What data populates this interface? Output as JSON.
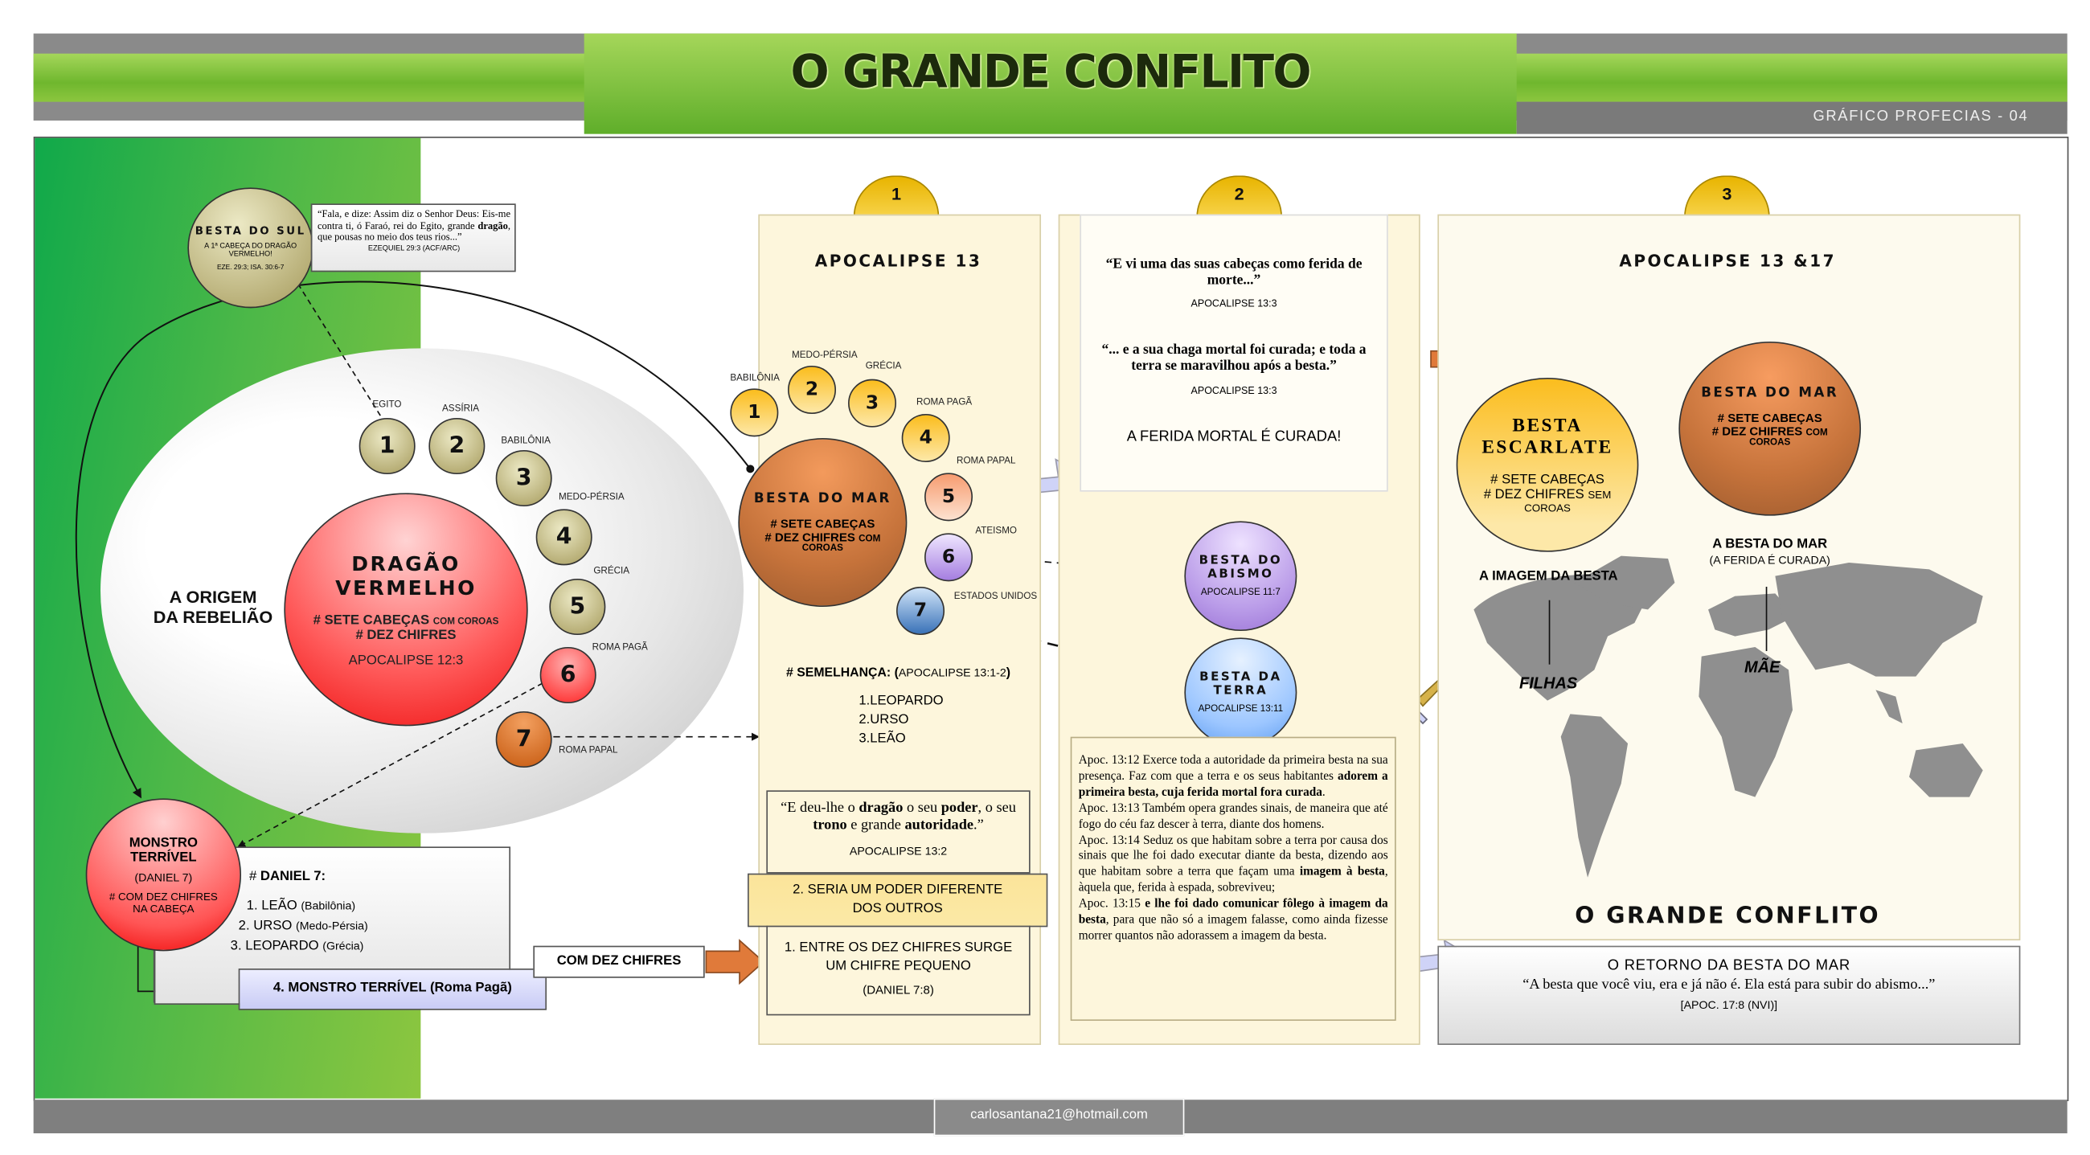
{
  "header": {
    "title": "O GRANDE CONFLITO",
    "subtitle": "GRÁFICO PROFECIAS  - 04"
  },
  "footer": {
    "email": "carlosantana21@hotmail.com"
  },
  "colors": {
    "green": "#3fae49",
    "lime": "#8cc63f",
    "gray": "#7f7f7f",
    "panel": "#fdf6dc"
  },
  "left": {
    "besta_do_sul": {
      "title": "BESTA DO SUL",
      "line1": "A 1ª CABEÇA DO DRAGÃO",
      "line2": "VERMELHO!",
      "ref": "EZE. 29:3; ISA. 30:6-7"
    },
    "quote": {
      "text_pre": "“Fala, e dize: Assim diz o Senhor Deus: Eis-me contra ti, ó Faraó, rei do Egito, grande ",
      "bold": "dragão",
      "text_post": ", que pousas no meio dos teus rios...”",
      "ref": "EZEQUIEL 29:3 (ACF/ARC)"
    },
    "origem": "A ORIGEM\nDA REBELIÃO",
    "dragao": {
      "title1": "DRAGÃO",
      "title2": "VERMELHO",
      "line1": "# SETE CABEÇAS",
      "line1_small": "COM COROAS",
      "line2": "# DEZ CHIFRES",
      "ref": "APOCALIPSE 12:3"
    },
    "heads": [
      {
        "n": "1",
        "label": "EGITO"
      },
      {
        "n": "2",
        "label": "ASSÍRIA"
      },
      {
        "n": "3",
        "label": "BABILÔNIA"
      },
      {
        "n": "4",
        "label": "MEDO-PÉRSIA"
      },
      {
        "n": "5",
        "label": "GRÉCIA"
      },
      {
        "n": "6",
        "label": "ROMA PAGÃ"
      },
      {
        "n": "7",
        "label": "ROMA PAPAL"
      }
    ],
    "monstro": {
      "title1": "MONSTRO",
      "title2": "TERRÍVEL",
      "ref": "(DANIEL 7)",
      "line1": "# COM DEZ CHIFRES",
      "line2": "NA CABEÇA"
    },
    "daniel": {
      "title_hash": "# ",
      "title": "DANIEL 7:",
      "items": [
        {
          "main": "1. LEÃO",
          "sub": "(Babilônia)"
        },
        {
          "main": "2. URSO",
          "sub": "(Medo-Pérsia)"
        },
        {
          "main": "3. LEOPARDO",
          "sub": "(Grécia)"
        }
      ]
    },
    "monstro_4": "4. MONSTRO TERRÍVEL (Roma Pagã)",
    "com_dez_chifres": "COM  DEZ CHIFRES"
  },
  "panel1": {
    "tab": "1",
    "title": "APOCALIPSE  13",
    "heads": [
      {
        "n": "1",
        "label": "BABILÔNIA"
      },
      {
        "n": "2",
        "label": "MEDO-PÉRSIA"
      },
      {
        "n": "3",
        "label": "GRÉCIA"
      },
      {
        "n": "4",
        "label": "ROMA PAGÃ"
      },
      {
        "n": "5",
        "label": "ROMA PAPAL"
      },
      {
        "n": "6",
        "label": "ATEISMO"
      },
      {
        "n": "7",
        "label": "ESTADOS UNIDOS"
      }
    ],
    "besta": {
      "title": "BESTA DO MAR",
      "line1": "# SETE CABEÇAS",
      "line2": "# DEZ CHIFRES",
      "line2_small": "COM",
      "line3": "COROAS"
    },
    "semelhanca": {
      "title": "# SEMELHANÇA: (",
      "ref": "APOCALIPSE 13:1-2",
      "close": ")",
      "items": [
        "1.LEOPARDO",
        "2.URSO",
        "3.LEÃO"
      ]
    },
    "quote": {
      "p1": "“E deu-lhe o ",
      "b1": "dragão",
      "p2": " o seu ",
      "b2": "poder",
      "p3": ", o seu ",
      "b3": "trono",
      "p4": " e grande ",
      "b4": "autoridade",
      "p5": ".”",
      "ref": "APOCALIPSE 13:2"
    },
    "poder": "2. SERIA UM PODER DIFERENTE\nDOS OUTROS",
    "chifre": {
      "text": "1. ENTRE OS DEZ CHIFRES SURGE UM CHIFRE PEQUENO",
      "ref": "(DANIEL 7:8)"
    }
  },
  "panel2": {
    "tab": "2",
    "q1": "“E vi uma das suas cabeças como ferida de morte...”",
    "q1_ref": "APOCALIPSE 13:3",
    "q2": "“... e a sua chaga mortal foi curada; e toda a terra se maravilhou após a besta.”",
    "q2_ref": "APOCALIPSE 13:3",
    "ferida": "A FERIDA MORTAL É CURADA!",
    "abismo": {
      "title1": "BESTA DO",
      "title2": "ABISMO",
      "ref": "APOCALIPSE 11:7"
    },
    "terra": {
      "title1": "BESTA DA",
      "title2": "TERRA",
      "ref": "APOCALIPSE 13:11"
    },
    "verses": [
      {
        "ref": "Apoc. 13:12",
        "t": " Exerce toda a autoridade da primeira besta na sua presença. Faz com que a terra e os seus habitantes ",
        "b": "adorem a primeira besta, cuja ferida mortal fora curada",
        "e": "."
      },
      {
        "ref": "Apoc. 13:13",
        "t": " Também opera grandes sinais, de maneira que até fogo do céu faz descer à terra, diante dos homens.",
        "b": "",
        "e": ""
      },
      {
        "ref": "Apoc. 13:14",
        "t": " Seduz os que habitam sobre a terra por causa dos sinais que lhe foi dado executar diante da besta, dizendo aos que habitam sobre a terra que façam uma ",
        "b": "imagem à besta",
        "e": ", àquela que, ferida à espada, sobreviveu;"
      },
      {
        "ref": "Apoc. 13:15",
        "t": " ",
        "b": "e lhe foi dado comunicar fôlego à imagem da besta",
        "e": ", para que não só a imagem falasse, como ainda fizesse morrer quantos não adorassem a imagem da besta."
      }
    ]
  },
  "panel3": {
    "tab": "3",
    "title": "APOCALIPSE  13 &17",
    "escarlate": {
      "title1": "BESTA",
      "title2": "ESCARLATE",
      "line1": "# SETE CABEÇAS",
      "line2": "# DEZ CHIFRES",
      "line2_small": "SEM",
      "line3": "COROAS"
    },
    "mar": {
      "title": "BESTA DO MAR",
      "line1": "# SETE CABEÇAS",
      "line2": "# DEZ CHIFRES",
      "line2_small": "COM",
      "line3": "COROAS"
    },
    "imagem": "A IMAGEM DA BESTA",
    "besta_mar": "A BESTA DO MAR",
    "ferida": "(A FERIDA É CURADA)",
    "filhas": "FILHAS",
    "mae": "MÃE",
    "conflito": "O GRANDE CONFLITO",
    "retorno": {
      "title": "O RETORNO DA BESTA DO MAR",
      "quote": "“A besta que você viu, era e já não é. Ela está para subir do abismo...”",
      "ref": "[APOC. 17:8 (NVI)]"
    }
  }
}
